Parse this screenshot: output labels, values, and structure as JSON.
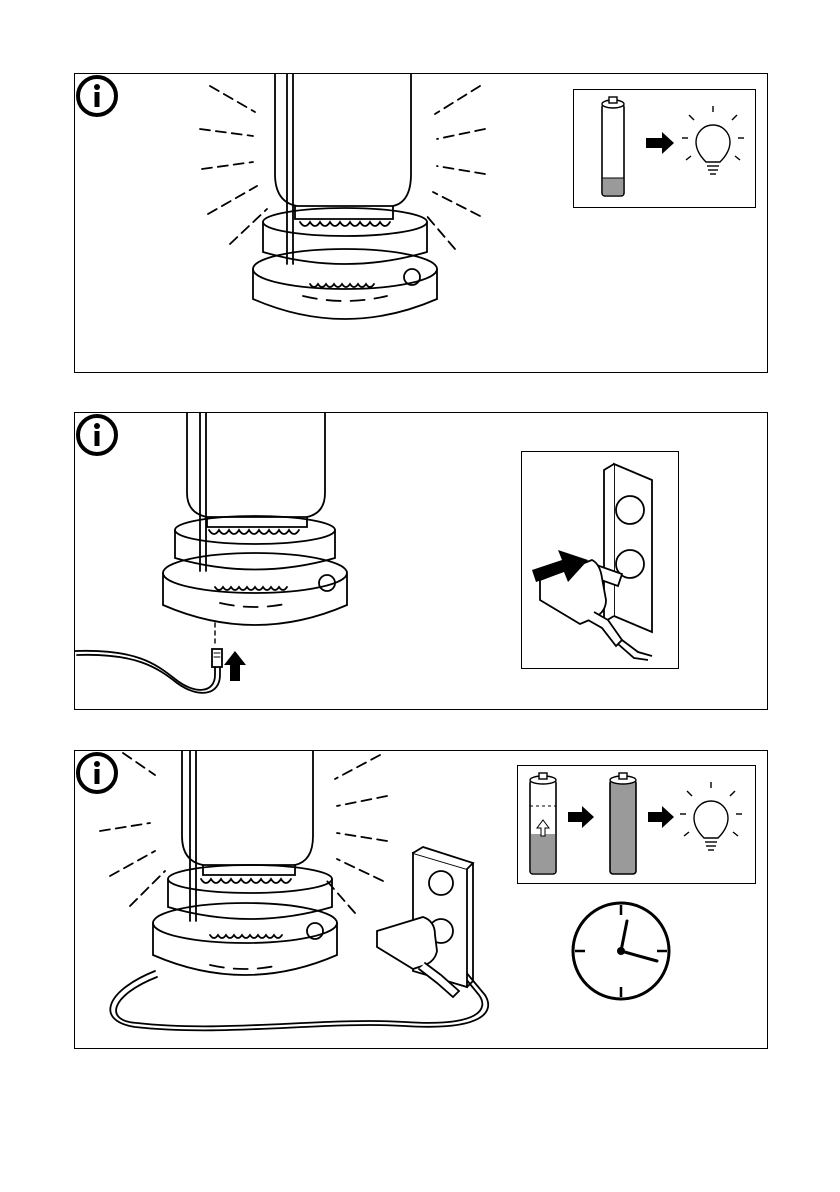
{
  "page": {
    "panels": [
      {
        "id": "panel-1",
        "icons": [
          "info-icon",
          "battery-full-icon",
          "arrow-right-icon",
          "light-bulb-on-icon"
        ]
      },
      {
        "id": "panel-2",
        "icons": [
          "info-icon",
          "power-plug-icon",
          "wall-socket-icon",
          "arrow-up-icon"
        ]
      },
      {
        "id": "panel-3",
        "icons": [
          "info-icon",
          "battery-charging-icon",
          "battery-full-icon",
          "light-bulb-on-icon",
          "clock-icon"
        ]
      }
    ]
  },
  "colors": {
    "line": "#000000",
    "battery_fill": "#9a9a9a",
    "background": "#ffffff"
  }
}
